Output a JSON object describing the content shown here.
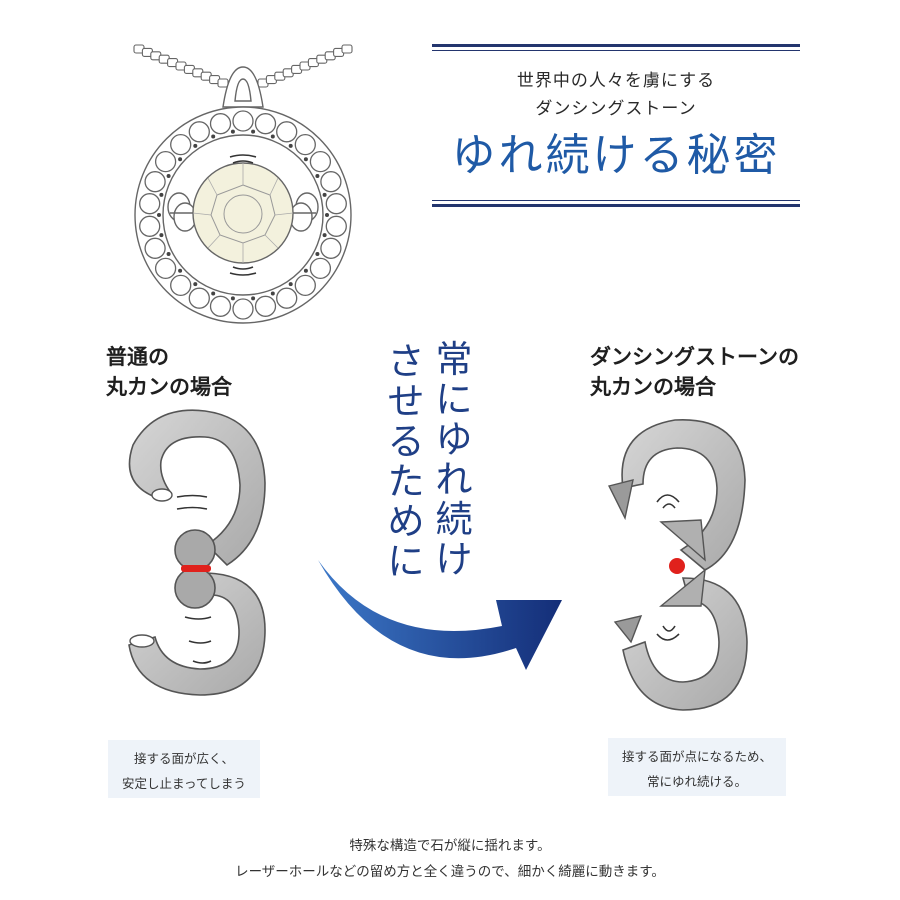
{
  "header": {
    "line1": "世界中の人々を虜にする",
    "line2": "ダンシングストーン",
    "headline": "ゆれ続ける秘密"
  },
  "vertical_text": {
    "col_right": "常にゆれ続け",
    "col_left": "させるために"
  },
  "normal_case": {
    "title_line1": "普通の",
    "title_line2": "丸カンの場合",
    "note_line1": "接する面が広く、",
    "note_line2": "安定し止まってしまう"
  },
  "dancing_case": {
    "title_line1": "ダンシングストーンの",
    "title_line2": "丸カンの場合",
    "note_line1": "接する面が点になるため、",
    "note_line2": "常にゆれ続ける。"
  },
  "footer": {
    "line1": "特殊な構造で石が縦に揺れます。",
    "line2": "レーザーホールなどの留め方と全く違うので、細かく綺麗に動きます。"
  },
  "colors": {
    "navy_rule": "#23356e",
    "headline_blue": "#1f5aa6",
    "contact_red": "#e0211c",
    "ring_gray": "#bdbdbd",
    "note_bg": "#eef3f9"
  }
}
